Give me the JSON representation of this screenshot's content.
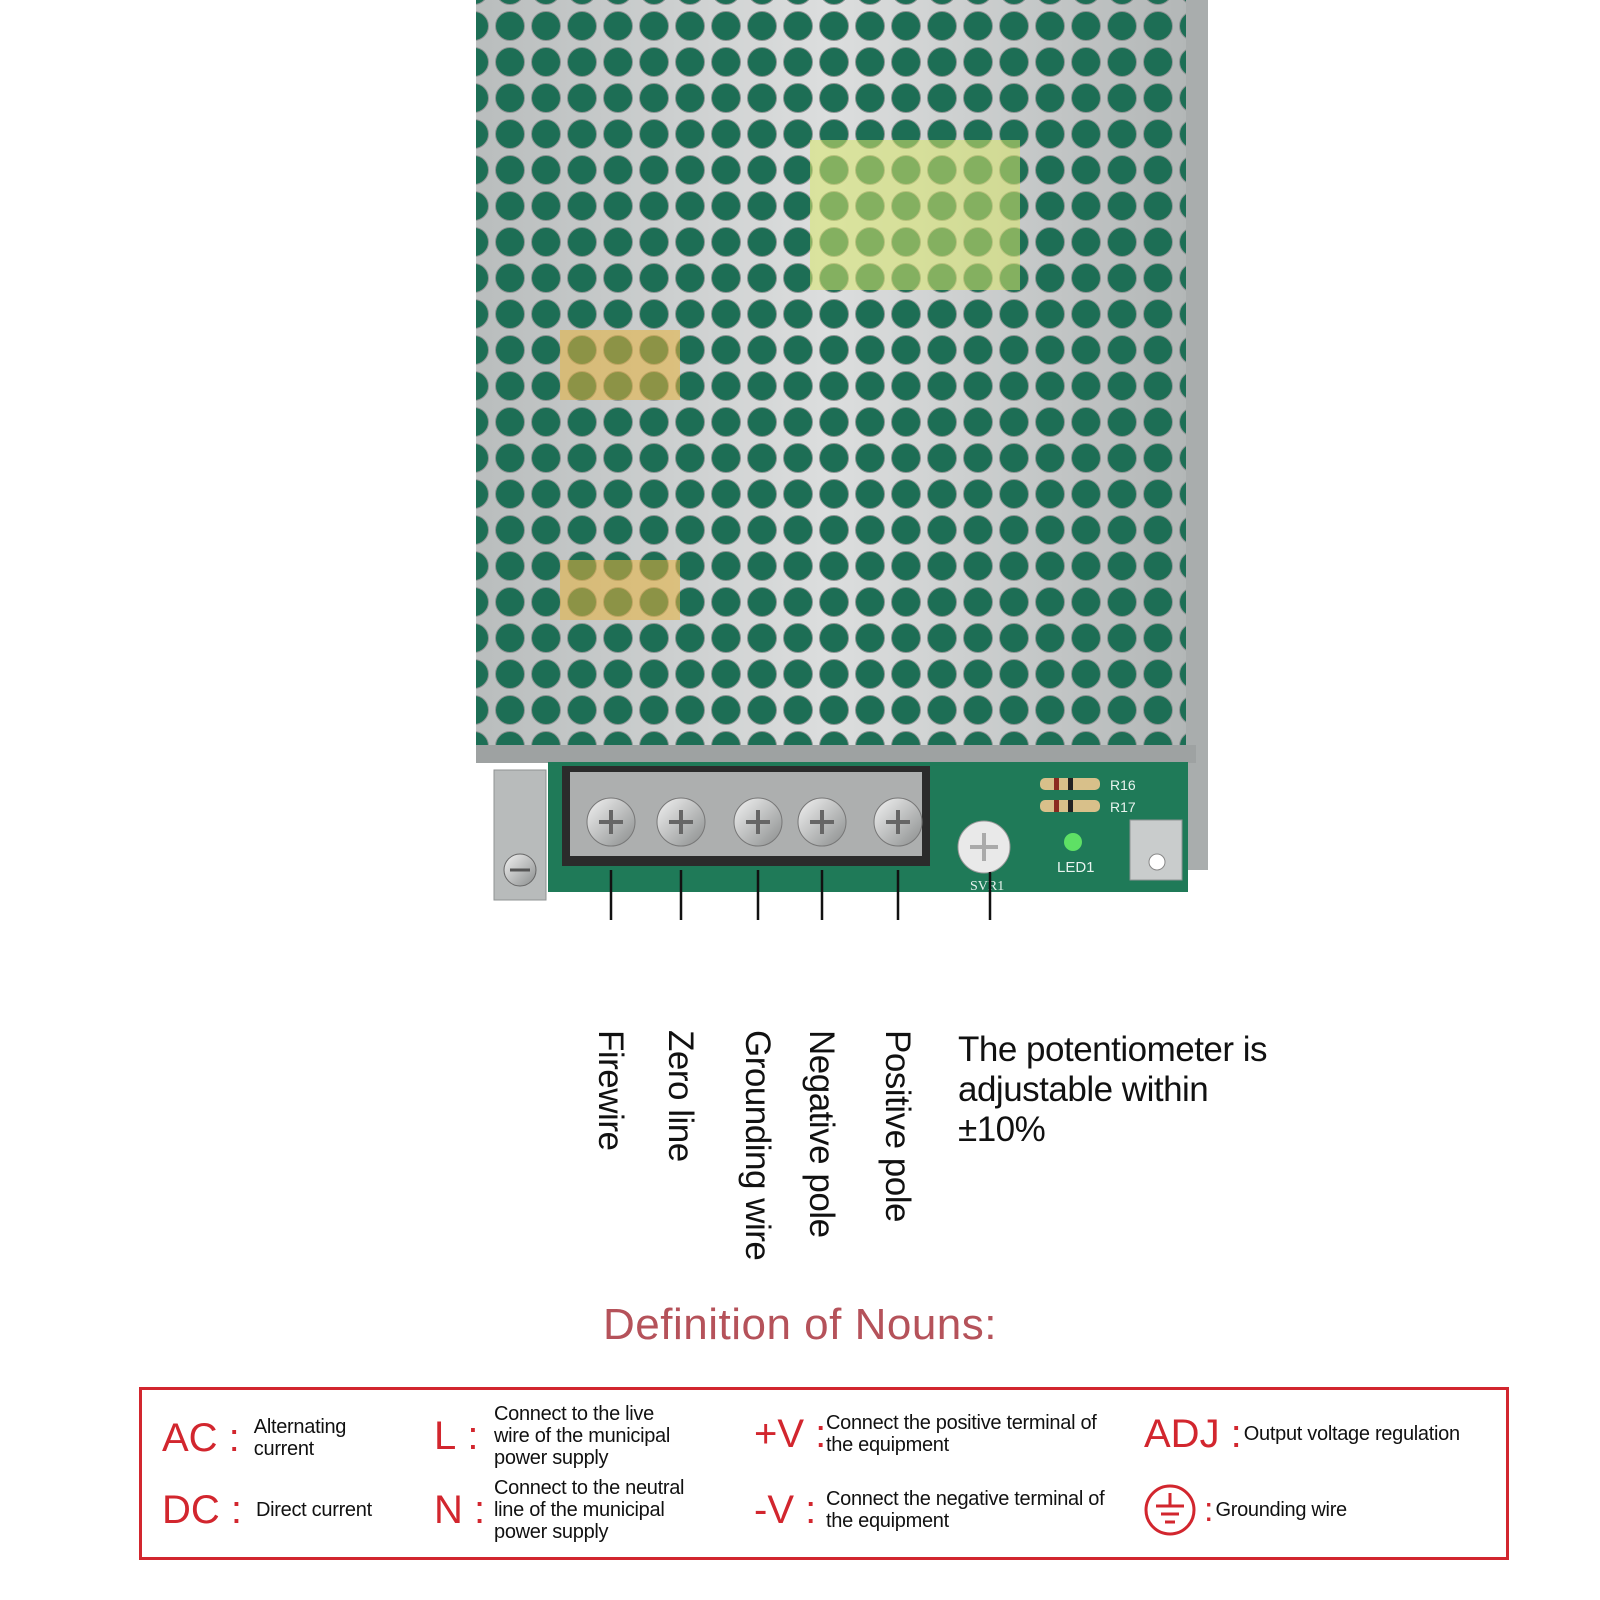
{
  "image": {
    "description_labels": {
      "terminals": [
        {
          "id": "firewire",
          "label": "Firewire"
        },
        {
          "id": "zero",
          "label": "Zero line"
        },
        {
          "id": "ground",
          "label": "Grounding wire"
        },
        {
          "id": "negative",
          "label": "Negative pole"
        },
        {
          "id": "positive",
          "label": "Positive pole"
        }
      ],
      "potentiometer_note": "The potentiometer is adjustable within ±10%",
      "pcb_markings": {
        "r16": "R16",
        "r17": "R17",
        "led": "LED1",
        "svr": "SVR1"
      }
    },
    "colors": {
      "accent_red": "#d2262e",
      "title_red": "#b5525a",
      "pcb_green": "#1f7a58",
      "case_metal": "#c9cccc"
    }
  },
  "definitions": {
    "title": "Definition of Nouns:",
    "items": [
      {
        "abbr": "AC :",
        "desc": "Alternating current"
      },
      {
        "abbr": "DC :",
        "desc": "Direct current"
      },
      {
        "abbr": "L :",
        "desc": "Connect to the live wire of the municipal power supply"
      },
      {
        "abbr": "N :",
        "desc": "Connect to the neutral line of the municipal power supply"
      },
      {
        "abbr": "+V :",
        "desc": "Connect the positive terminal of the equipment"
      },
      {
        "abbr": "-V :",
        "desc": "Connect the negative terminal of the equipment"
      },
      {
        "abbr": "ADJ :",
        "desc": "Output voltage regulation"
      },
      {
        "abbr": ":",
        "desc": "Grounding wire",
        "icon": "ground-symbol-icon"
      }
    ]
  }
}
